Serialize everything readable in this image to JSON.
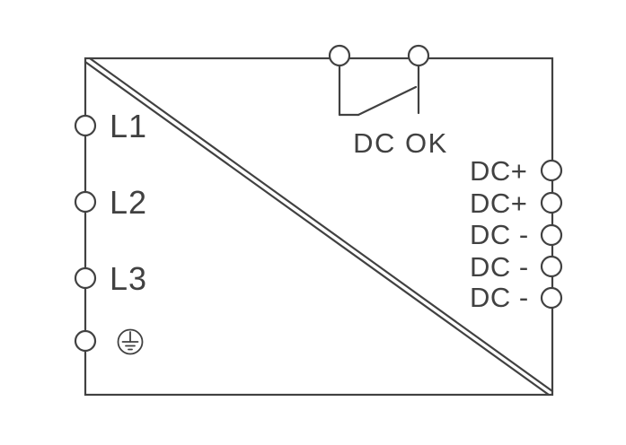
{
  "diagram": {
    "type": "power-supply-connection-diagram",
    "colors": {
      "line": "#414141",
      "background": "#ffffff"
    },
    "left_terminals": [
      {
        "label": "L1"
      },
      {
        "label": "L2"
      },
      {
        "label": "L3"
      }
    ],
    "ground_icon": "protective-earth-icon",
    "relay": {
      "label": "DC OK"
    },
    "right_terminals": [
      {
        "label": "DC+"
      },
      {
        "label": "DC+"
      },
      {
        "label": "DC -"
      },
      {
        "label": "DC -"
      },
      {
        "label": "DC -"
      }
    ]
  }
}
